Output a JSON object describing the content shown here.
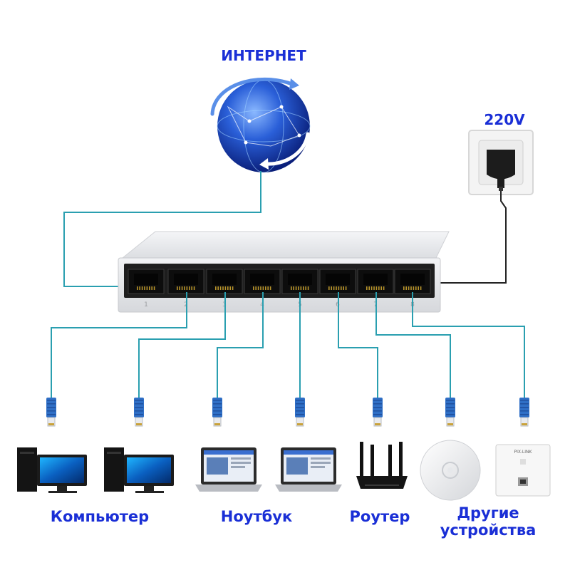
{
  "labels": {
    "internet": "ИНТЕРНЕТ",
    "power": "220V",
    "computer": "Компьютер",
    "laptop": "Ноутбук",
    "router": "Роутер",
    "other_line1": "Другие",
    "other_line2": "устройства"
  },
  "switch": {
    "port_numbers": [
      "1",
      "2",
      "3",
      "4",
      "5",
      "6",
      "7",
      "8"
    ]
  },
  "wall_panel_brand": "PIX-LINK",
  "colors": {
    "label_text": "#1a2fd6",
    "cable_line": "#2a9fb0",
    "power_line": "#222222",
    "connector": "#2f6fc6",
    "globe": "#1d4fc4"
  }
}
